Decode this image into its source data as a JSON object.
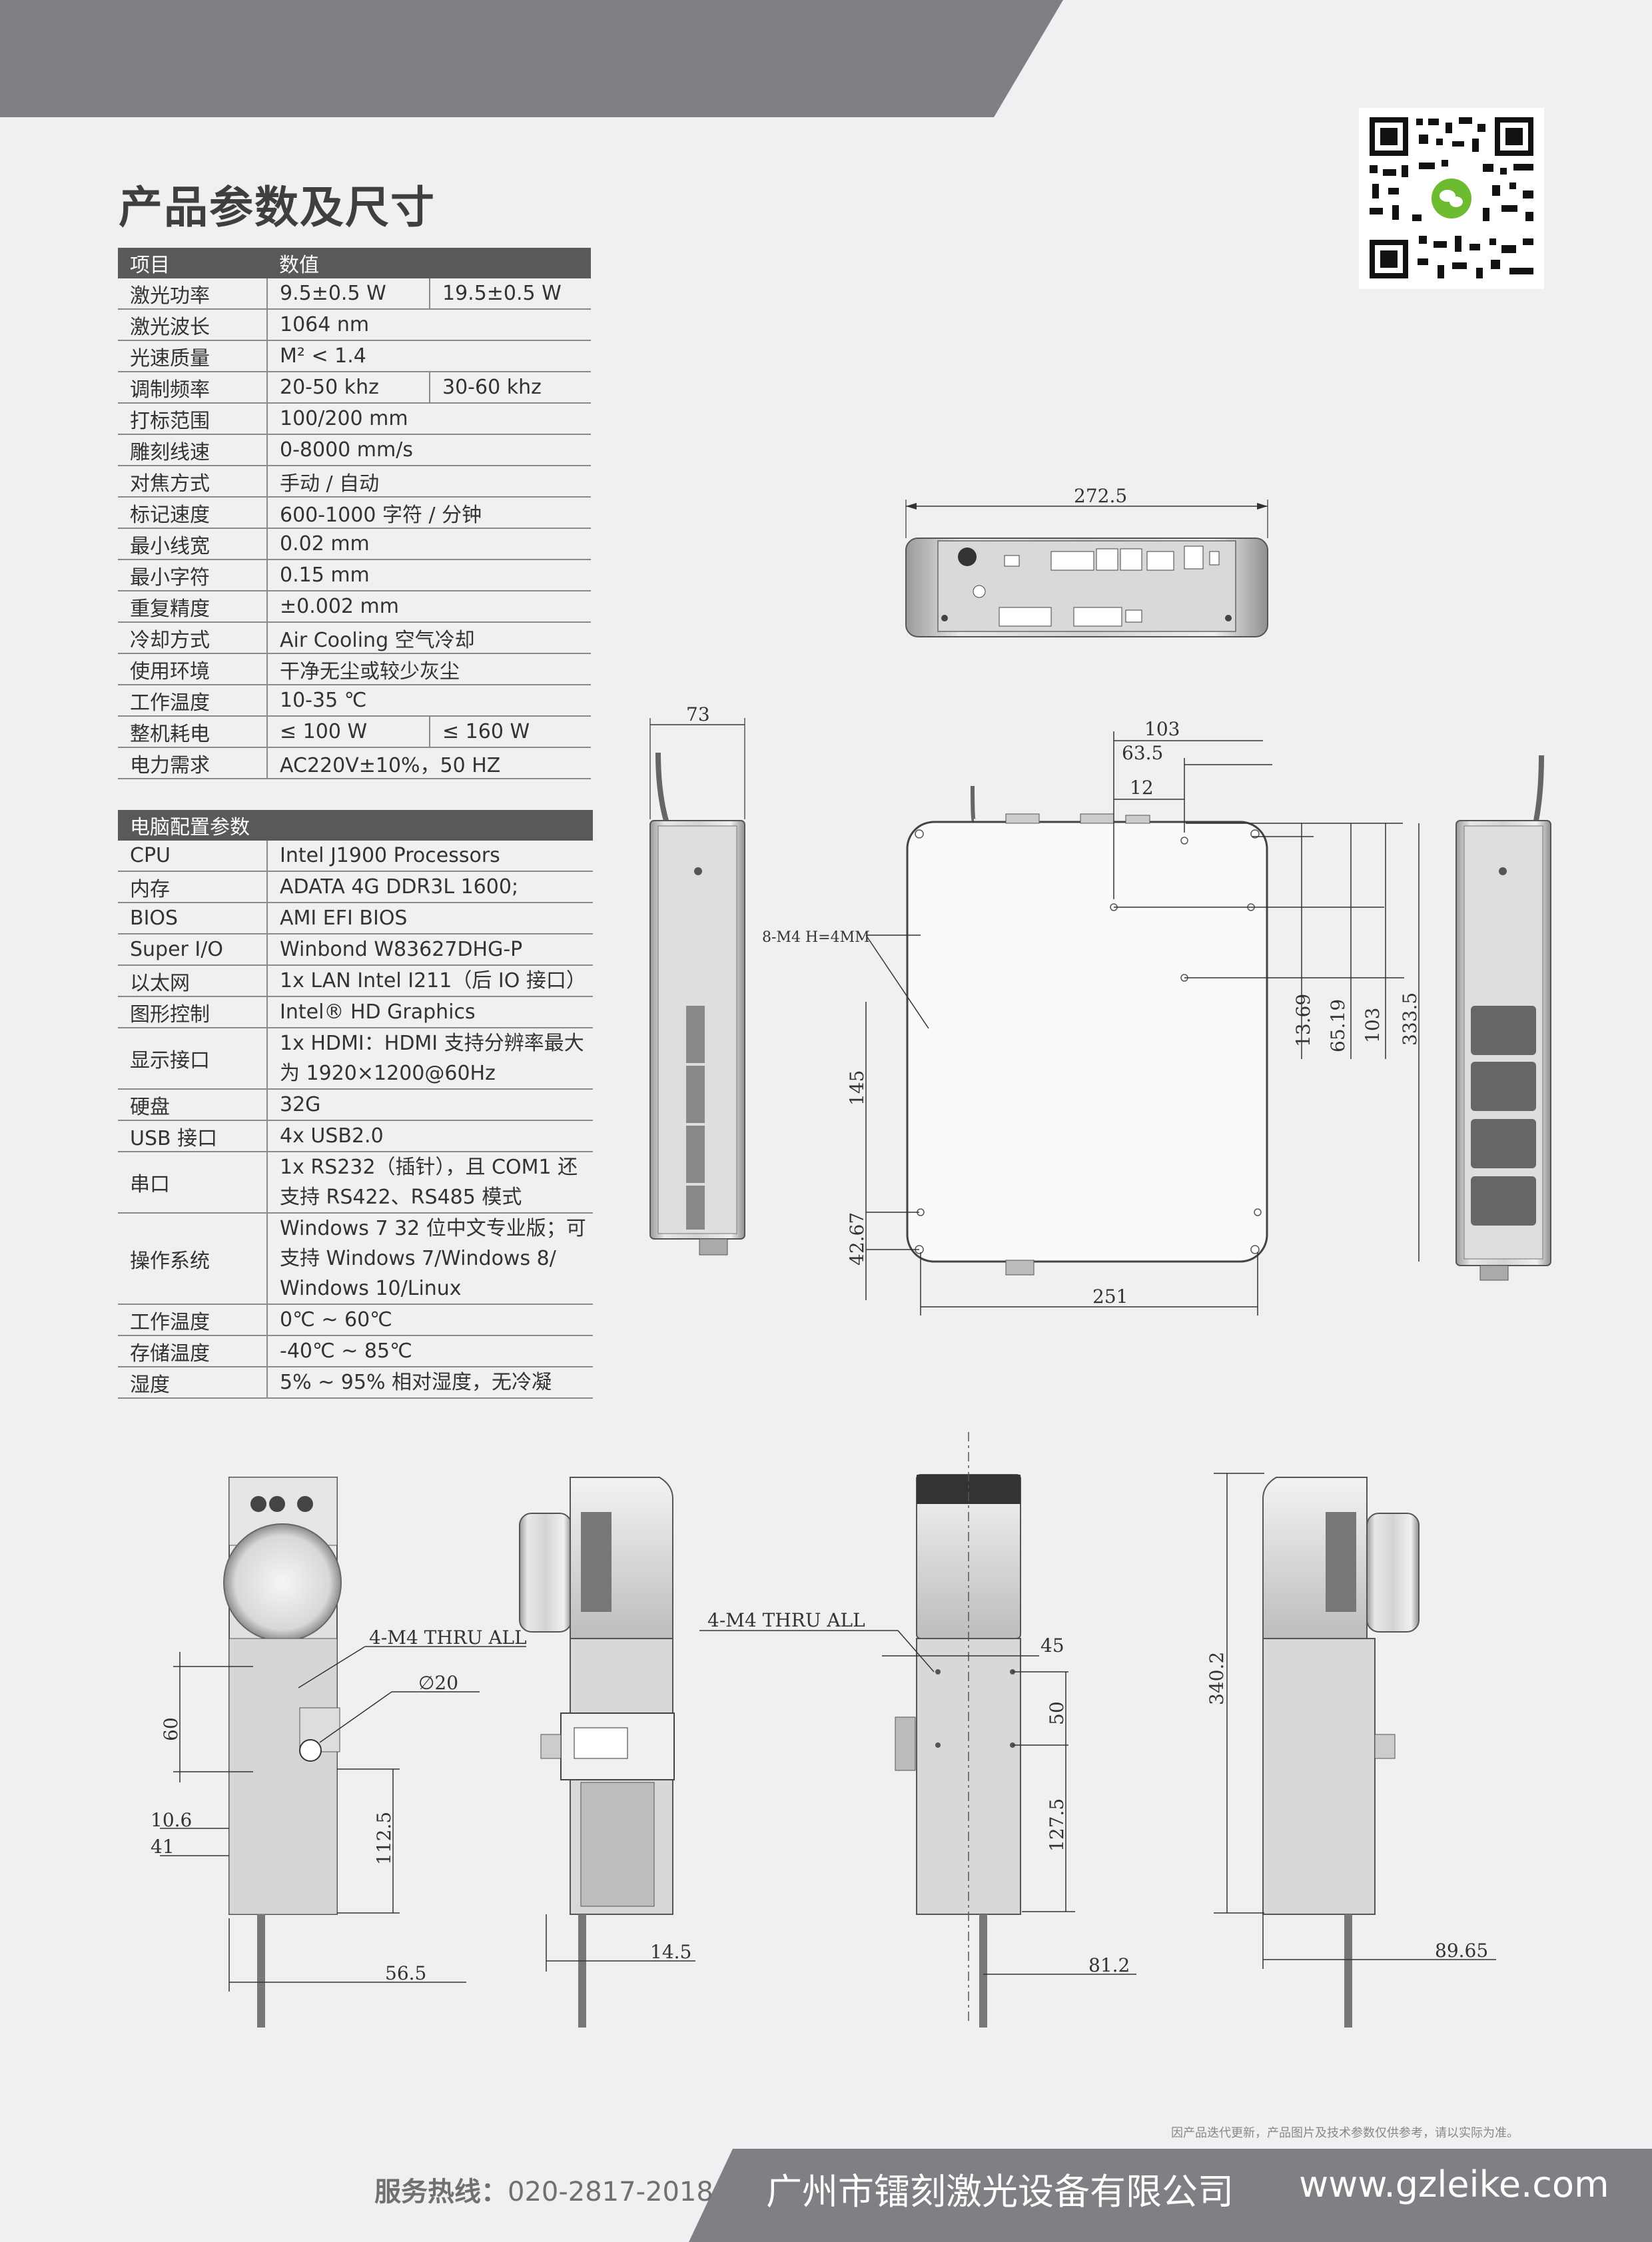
{
  "title": "产品参数及尺寸",
  "params": {
    "header": [
      "项目",
      "数值"
    ],
    "rows": [
      {
        "k": "激光功率",
        "v": "9.5±0.5 W",
        "v2": "19.5±0.5 W"
      },
      {
        "k": "激光波长",
        "v": "1064 nm"
      },
      {
        "k": "光速质量",
        "v": "M² < 1.4"
      },
      {
        "k": "调制频率",
        "v": "20-50 khz",
        "v2": "30-60 khz"
      },
      {
        "k": "打标范围",
        "v": "100/200 mm"
      },
      {
        "k": "雕刻线速",
        "v": "0-8000 mm/s"
      },
      {
        "k": "对焦方式",
        "v": "手动 / 自动"
      },
      {
        "k": "标记速度",
        "v": "600-1000 字符 / 分钟"
      },
      {
        "k": "最小线宽",
        "v": "0.02 mm"
      },
      {
        "k": "最小字符",
        "v": "0.15 mm"
      },
      {
        "k": "重复精度",
        "v": "±0.002 mm"
      },
      {
        "k": "冷却方式",
        "v": "Air Cooling 空气冷却"
      },
      {
        "k": "使用环境",
        "v": "干净无尘或较少灰尘"
      },
      {
        "k": "工作温度",
        "v": "10-35 ℃"
      },
      {
        "k": "整机耗电",
        "v": "≤ 100 W",
        "v2": "≤ 160 W"
      },
      {
        "k": "电力需求",
        "v": "AC220V±10%，50 HZ"
      }
    ]
  },
  "pc": {
    "header": "电脑配置参数",
    "rows": [
      {
        "k": "CPU",
        "v": "Intel J1900 Processors"
      },
      {
        "k": "内存",
        "v": "ADATA 4G DDR3L 1600;"
      },
      {
        "k": "BIOS",
        "v": "AMI EFI BIOS"
      },
      {
        "k": "Super I/O",
        "v": "Winbond W83627DHG-P"
      },
      {
        "k": "以太网",
        "v": "1x LAN Intel I211（后 IO 接口）"
      },
      {
        "k": "图形控制",
        "v": "Intel® HD Graphics"
      },
      {
        "k": "显示接口",
        "v": "1x HDMI：HDMI 支持分辨率最大为 1920×1200@60Hz"
      },
      {
        "k": "硬盘",
        "v": "32G"
      },
      {
        "k": "USB 接口",
        "v": "4x USB2.0"
      },
      {
        "k": "串口",
        "v": "1x RS232（插针），且 COM1 还支持 RS422、RS485 模式"
      },
      {
        "k": "操作系统",
        "v": "Windows 7 32 位中文专业版；可支持 Windows 7/Windows 8/ Windows 10/Linux"
      },
      {
        "k": "工作温度",
        "v": "0℃ ~ 60℃"
      },
      {
        "k": "存储温度",
        "v": "-40℃ ~ 85℃"
      },
      {
        "k": "湿度",
        "v": "5% ~ 95% 相对湿度，无冷凝"
      }
    ]
  },
  "dims": {
    "box_front_width": "272.5",
    "side_depth": "73",
    "d103": "103",
    "d63_5": "63.5",
    "d12": "12",
    "hole_note": "8-M4 H=4MM",
    "d145": "145",
    "d42_67": "42.67",
    "d251": "251",
    "d13_69": "13.69",
    "d65_19": "65.19",
    "d103v": "103",
    "d333_5": "333.5",
    "thru_a": "4-M4 THRU ALL",
    "dia20": "∅20",
    "d60": "60",
    "d10_6": "10.6",
    "d41": "41",
    "d112_5": "112.5",
    "d56_5": "56.5",
    "d14_5": "14.5",
    "thru_b": "4-M4 THRU ALL",
    "d45": "45",
    "d50": "50",
    "d127_5": "127.5",
    "d81_2": "81.2",
    "d340_2": "340.2",
    "d89_65": "89.65"
  },
  "footer": {
    "disclaimer": "因产品迭代更新，产品图片及技术参数仅供参考，请以实际为准。",
    "hotline_label": "服务热线：",
    "hotline_number": "020-2817-2018",
    "company": "广州市镭刻激光设备有限公司",
    "website": "www.gzleike.com"
  },
  "colors": {
    "banner": "#7f8083",
    "header_row": "#595959",
    "background": "#eff0f1"
  }
}
